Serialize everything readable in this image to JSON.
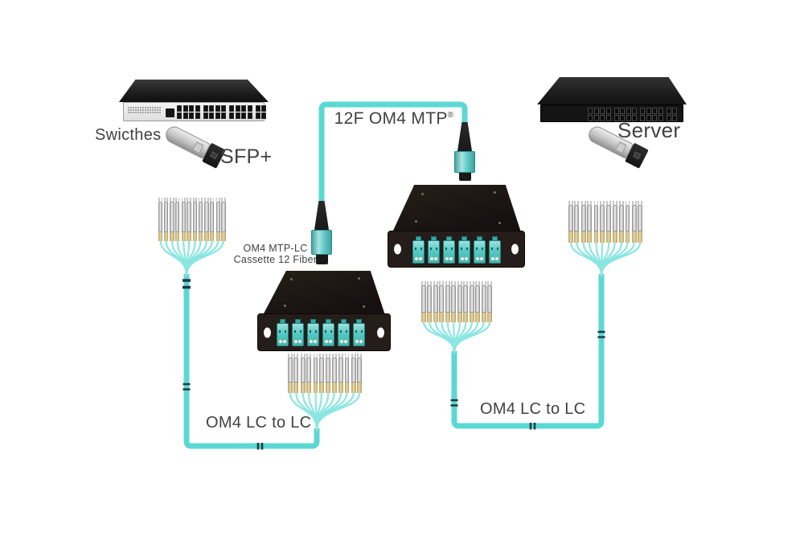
{
  "title": "12 Fiber OM4 MTP-LC cassette cabling diagram",
  "labels": {
    "switches": "Swicthes",
    "sfp": "SFP+",
    "server": "Server",
    "trunk": "12F OM4 MTP",
    "trunk_reg_mark": "®",
    "cassette_line1": "OM4 MTP-LC",
    "cassette_line2": "Cassette 12 Fiber",
    "lc_harness_left": "OM4 LC to LC",
    "lc_harness_right": "OM4 LC to LC"
  },
  "colors": {
    "cable_aqua": "#5BD8D3",
    "fiber_light": "#8BE6E1",
    "connector_band": "#D9BE74",
    "connector_gray": "#D8D8D8",
    "adapter_aqua": "#54C9C4",
    "cable_marker": "#1E3A40",
    "device_black": "#1B1B1B",
    "front_silver": "#EDEDED",
    "text": "#414141"
  },
  "components": {
    "fanout": {
      "duplex_connectors": 6,
      "fibers_per_harness": 12
    },
    "cassette": {
      "lc_duplex_ports": 6
    },
    "switch_port_groups": [
      8,
      8,
      8,
      4
    ],
    "server_port_groups": [
      8,
      8,
      8,
      4
    ],
    "switch_led_rows": 3,
    "switch_led_cols": 14
  }
}
